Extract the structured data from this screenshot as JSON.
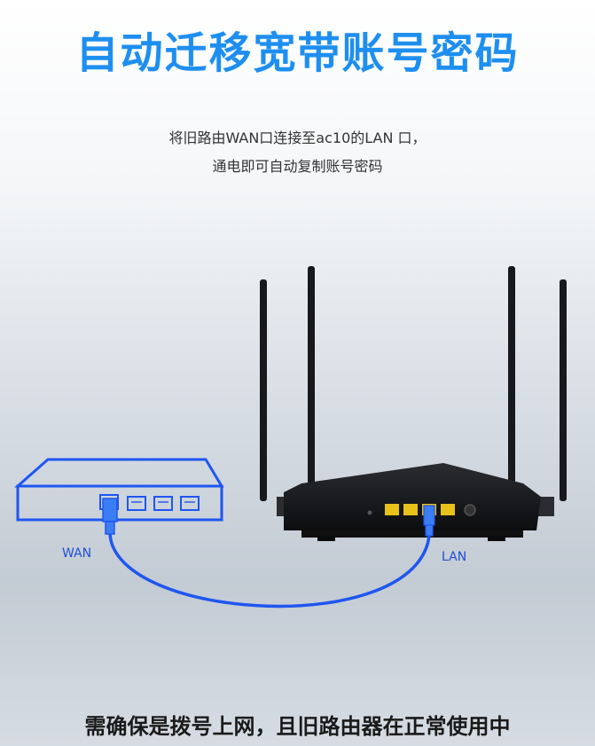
{
  "title": "自动迁移宽带账号密码",
  "subtitle_line1": "将旧路由WAN口连接至ac10的LAN 口，",
  "subtitle_line2": "通电即可自动复制账号密码",
  "labels": {
    "wan": "WAN",
    "lan": "LAN"
  },
  "footer": "需确保是拨号上网，且旧路由器在正常使用中",
  "colors": {
    "title": "#1e8ff0",
    "outline": "#1f56f0",
    "cable": "#1f56f0",
    "port_yellow": "#e8c11a"
  }
}
